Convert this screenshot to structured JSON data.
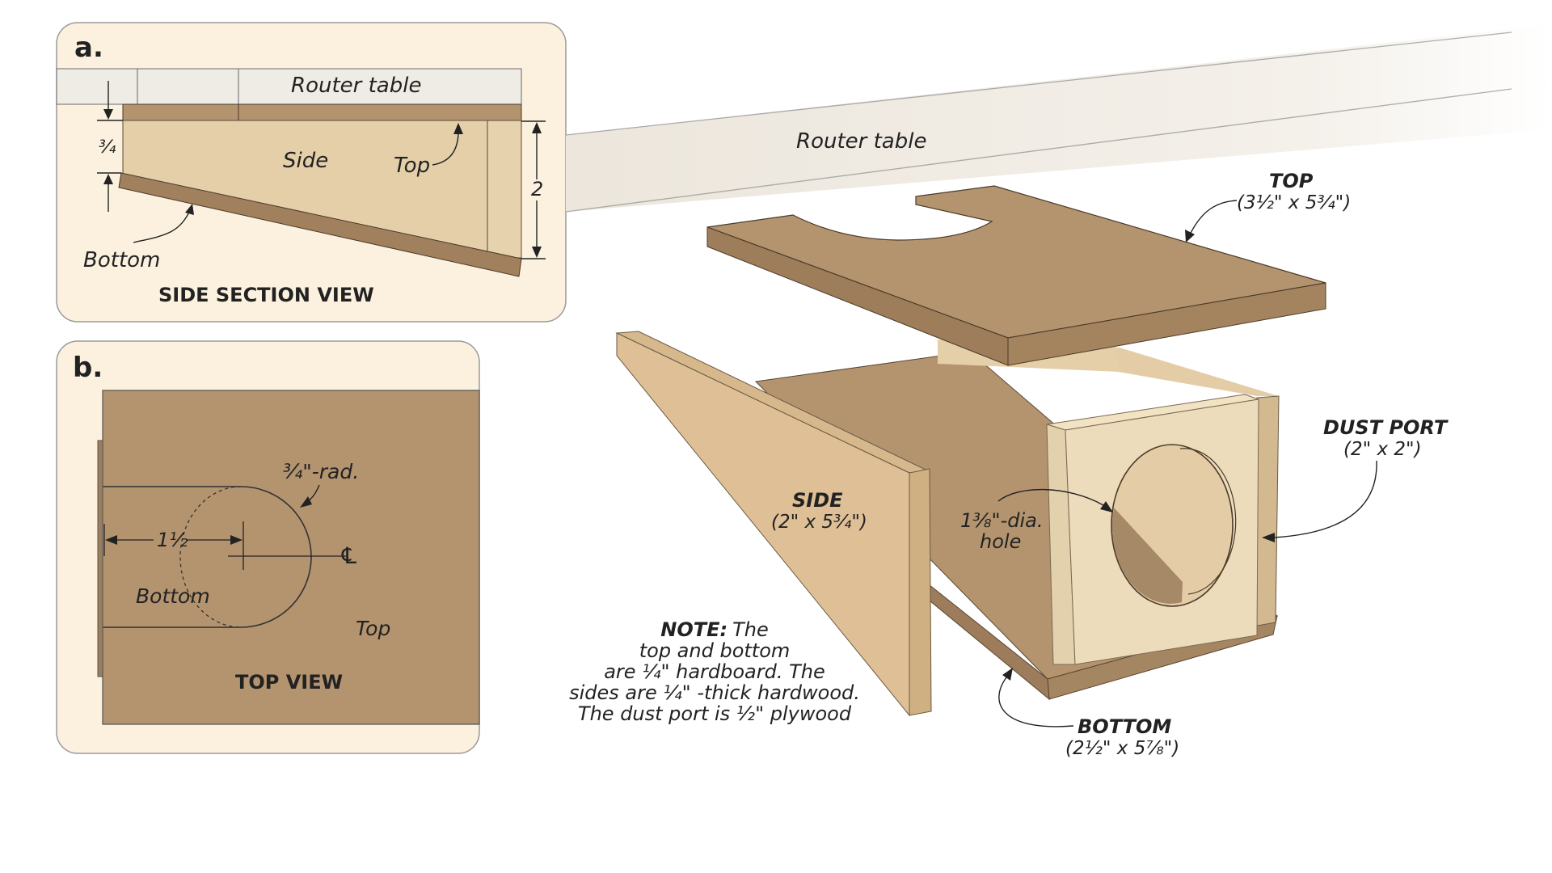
{
  "colors": {
    "panel_bg": "#fbf1de",
    "panel_border": "#9a9a9a",
    "hardboard": "#b3946f",
    "hardboard_dark": "#8b6f4e",
    "hardwood": "#dec29a",
    "hardwood_light": "#e9d4ae",
    "plywood_face": "#eddcb8",
    "router_table": "#f1ece4",
    "ink": "#222222"
  },
  "panel_a": {
    "letter": "a.",
    "router_table_label": "Router table",
    "side_label": "Side",
    "top_label": "Top",
    "bottom_label": "Bottom",
    "dim_thickness": "¾",
    "dim_height": "2",
    "caption": "SIDE SECTION VIEW"
  },
  "panel_b": {
    "letter": "b.",
    "radius_label": "¾\"-rad.",
    "dim_offset": "1½",
    "centerline_symbol": "℄",
    "bottom_label": "Bottom",
    "top_label": "Top",
    "caption": "TOP VIEW"
  },
  "main": {
    "router_table_label": "Router table",
    "top_part": {
      "name": "TOP",
      "size": "(3½\" x 5¾\")"
    },
    "side_part": {
      "name": "SIDE",
      "size": "(2\" x 5¾\")"
    },
    "dust_port_part": {
      "name": "DUST PORT",
      "size": "(2\" x 2\")"
    },
    "bottom_part": {
      "name": "BOTTOM",
      "size": "(2½\" x 5⅞\")"
    },
    "hole_label_line1": "1⅜\"-dia.",
    "hole_label_line2": "hole",
    "note": {
      "heading": "NOTE:",
      "line1": "The",
      "line2": "top and bottom",
      "line3": "are ¼\" hardboard. The",
      "line4": "sides are ¼\"  -thick hardwood.",
      "line5": "The dust port is ½\" plywood"
    }
  }
}
